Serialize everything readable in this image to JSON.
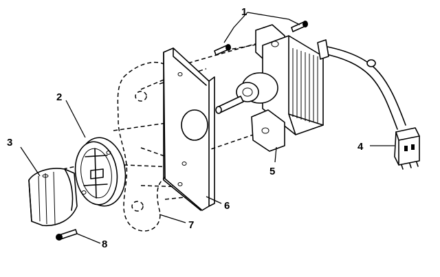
{
  "diagram": {
    "callouts": [
      {
        "id": "c1",
        "text": "1"
      },
      {
        "id": "c2",
        "text": "2"
      },
      {
        "id": "c3",
        "text": "3"
      },
      {
        "id": "c4",
        "text": "4"
      },
      {
        "id": "c5",
        "text": "5"
      },
      {
        "id": "c6",
        "text": "6"
      },
      {
        "id": "c7",
        "text": "7"
      },
      {
        "id": "c8",
        "text": "8"
      }
    ]
  }
}
